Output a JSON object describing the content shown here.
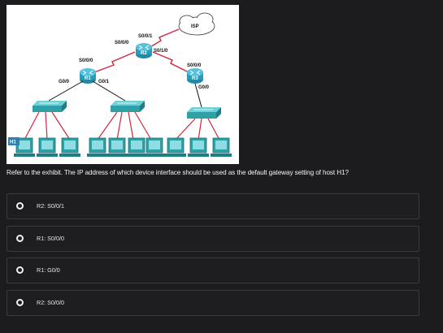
{
  "exhibit": {
    "cloud_label": "ISP",
    "routers": [
      {
        "name": "R1",
        "ports": {
          "top": "S0/0/0",
          "left": "G0/0",
          "right": "G0/1"
        }
      },
      {
        "name": "R2",
        "ports": {
          "top": "S0/0/1",
          "left": "S0/0/0",
          "right": "S0/1/0"
        }
      },
      {
        "name": "R3",
        "ports": {
          "top": "S0/0/0",
          "bottom": "G0/0"
        }
      }
    ],
    "host_label": "H1"
  },
  "question": "Refer to the exhibit. The IP address of which device interface should be used as the default gateway setting of host H1?",
  "options": [
    {
      "label": "R2: S0/0/1"
    },
    {
      "label": "R1: S0/0/0"
    },
    {
      "label": "R1: G0/0"
    },
    {
      "label": "R2: S0/0/0"
    }
  ],
  "colors": {
    "background": "#1c1c1e",
    "router": "#1f8aa6",
    "switch": "#2ea0a6",
    "link_serial": "#d0263b",
    "link_ethernet": "#111111"
  }
}
